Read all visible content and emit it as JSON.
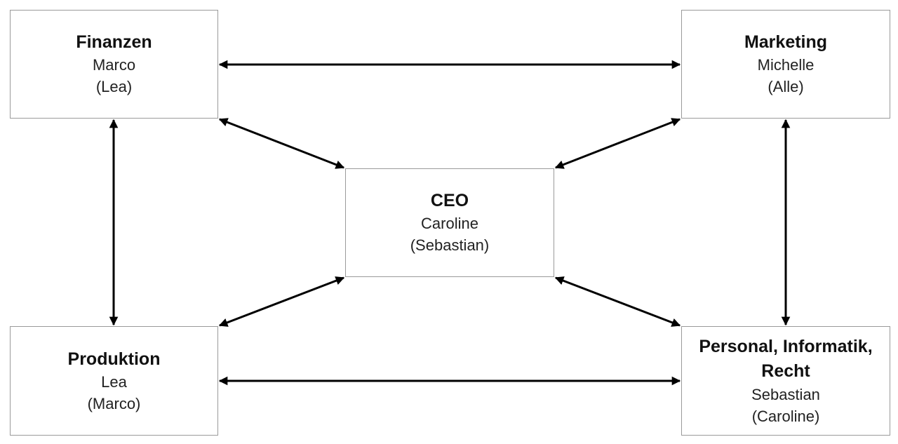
{
  "nodes": {
    "finanzen": {
      "title": "Finanzen",
      "person": "Marco",
      "deputy": "(Lea)"
    },
    "marketing": {
      "title": "Marketing",
      "person": "Michelle",
      "deputy": "(Alle)"
    },
    "ceo": {
      "title": "CEO",
      "person": "Caroline",
      "deputy": "(Sebastian)"
    },
    "produktion": {
      "title": "Produktion",
      "person": "Lea",
      "deputy": "(Marco)"
    },
    "personal": {
      "title_line1": "Personal, Informatik,",
      "title_line2": "Recht",
      "person": "Sebastian",
      "deputy": "(Caroline)"
    }
  },
  "edges": [
    {
      "from": "finanzen",
      "to": "marketing",
      "direction": "both"
    },
    {
      "from": "produktion",
      "to": "personal",
      "direction": "both"
    },
    {
      "from": "finanzen",
      "to": "produktion",
      "direction": "both"
    },
    {
      "from": "marketing",
      "to": "personal",
      "direction": "both"
    },
    {
      "from": "finanzen",
      "to": "ceo",
      "direction": "both"
    },
    {
      "from": "marketing",
      "to": "ceo",
      "direction": "both"
    },
    {
      "from": "produktion",
      "to": "ceo",
      "direction": "both"
    },
    {
      "from": "personal",
      "to": "ceo",
      "direction": "both"
    }
  ],
  "colors": {
    "arrow": "#000000",
    "box_border": "#9a9a9a"
  }
}
